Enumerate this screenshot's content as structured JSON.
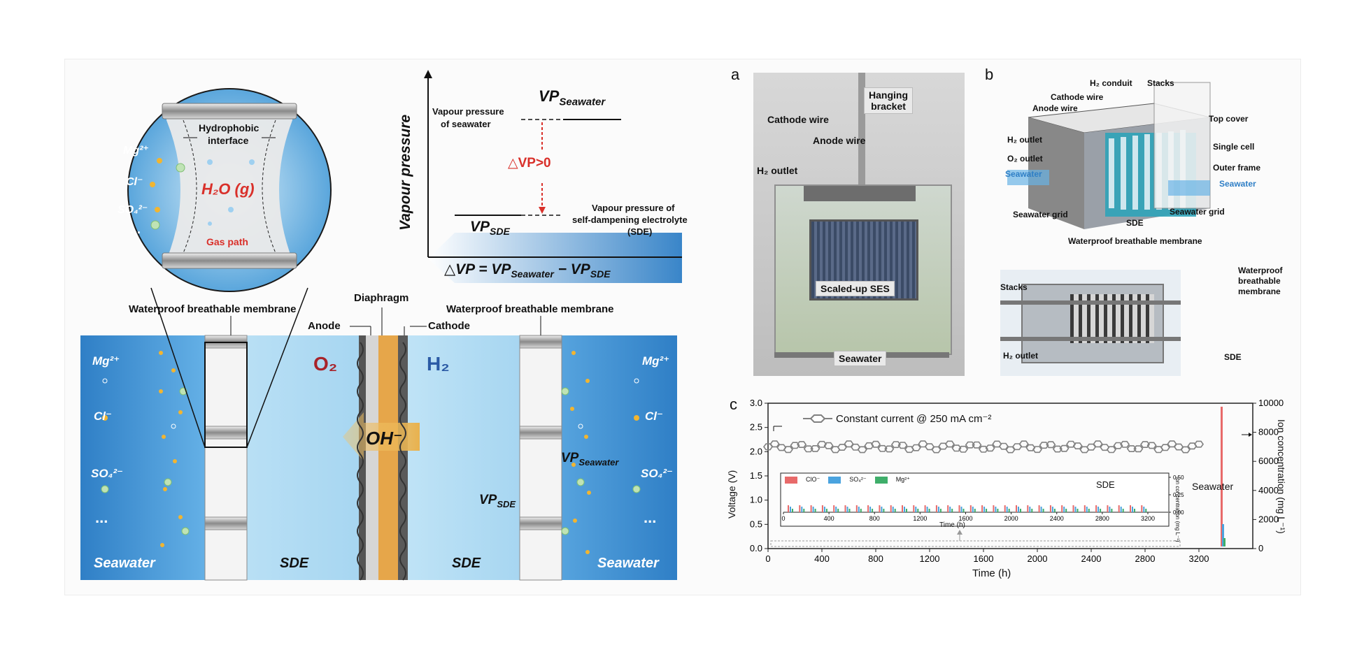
{
  "schematic": {
    "zoom_labels": {
      "hydrophobic": "Hydrophobic",
      "interface": "interface",
      "h2o": "H₂O (g)",
      "gas_path": "Gas path",
      "mg": "Mg²⁺",
      "cl": "Cl⁻",
      "so4": "SO₄²⁻",
      "dots": "..."
    },
    "vp_chart": {
      "ylabel": "Vapour pressure",
      "vp_seawater": "VP",
      "vp_seawater_sub": "Seawater",
      "vp_seawater_desc1": "Vapour pressure",
      "vp_seawater_desc2": "of seawater",
      "delta_vp": "△VP>0",
      "vp_sde": "VP",
      "vp_sde_sub": "SDE",
      "vp_sde_desc1": "Vapour pressure of",
      "vp_sde_desc2": "self-dampening electrolyte",
      "vp_sde_desc3": "(SDE)",
      "equation": "△VP = VP",
      "eq_sub1": "Seawater",
      "eq_minus": " − VP",
      "eq_sub2": "SDE"
    },
    "labels": {
      "membrane_left": "Waterproof breathable membrane",
      "diaphragm": "Diaphragm",
      "membrane_right": "Waterproof breathable membrane",
      "anode": "Anode",
      "cathode": "Cathode",
      "o2": "O₂",
      "h2": "H₂",
      "oh": "OH⁻",
      "mg": "Mg²⁺",
      "cl": "Cl⁻",
      "so4": "SO₄²⁻",
      "dots": "...",
      "seawater": "Seawater",
      "sde": "SDE",
      "vp": "VP",
      "sub_seawater": "Seawater",
      "sub_sde": "SDE"
    }
  },
  "panel_a": {
    "letter": "a",
    "hanging_bracket1": "Hanging",
    "hanging_bracket2": "bracket",
    "cathode_wire": "Cathode wire",
    "anode_wire": "Anode wire",
    "h2_outlet": "H₂ outlet",
    "scaled_up": "Scaled-up SES",
    "seawater": "Seawater"
  },
  "panel_b": {
    "letter": "b",
    "h2_conduit": "H₂ conduit",
    "stacks": "Stacks",
    "cathode_wire": "Cathode wire",
    "anode_wire": "Anode wire",
    "top_cover": "Top cover",
    "h2_outlet": "H₂ outlet",
    "single_cell": "Single cell",
    "o2_outlet": "O₂ outlet",
    "outer_frame": "Outer frame",
    "seawater_left": "Seawater",
    "seawater_right": "Seawater",
    "seawater_grid_left": "Seawater grid",
    "sde": "SDE",
    "seawater_grid_right": "Seawater grid",
    "membrane": "Waterproof breathable membrane",
    "stacks2": "Stacks",
    "membrane2_1": "Waterproof",
    "membrane2_2": "breathable",
    "membrane2_3": "membrane",
    "h2_outlet2": "H₂ outlet",
    "sde2": "SDE"
  },
  "panel_c": {
    "letter": "c",
    "legend": "Constant current @ 250 mA cm⁻²",
    "ylabel_left": "Voltage (V)",
    "ylabel_right": "Ion concentration (mg L⁻¹)",
    "xlabel": "Time (h)",
    "yticks_left": [
      "0.0",
      "0.5",
      "1.0",
      "1.5",
      "2.0",
      "2.5",
      "3.0"
    ],
    "yticks_right": [
      "0",
      "2000",
      "4000",
      "6000",
      "8000",
      "10000"
    ],
    "xticks": [
      "0",
      "400",
      "800",
      "1200",
      "1600",
      "2000",
      "2400",
      "2800",
      "3200"
    ],
    "seawater_label": "Seawater",
    "inset": {
      "legend": [
        "ClO⁻",
        "SO₄²⁻",
        "Mg²⁺"
      ],
      "sde_label": "SDE",
      "xlabel": "Time (h)",
      "ylabel": "Ion concentration (mg L⁻¹)",
      "yticks": [
        "0.00",
        "0.25",
        "0.50"
      ],
      "xticks": [
        "0",
        "400",
        "800",
        "1200",
        "1600",
        "2000",
        "2400",
        "2800",
        "3200"
      ]
    },
    "colors": {
      "clo": "#e86a6a",
      "so4": "#4aa3df",
      "mg": "#3fae6a",
      "voltage": "#808080"
    }
  }
}
